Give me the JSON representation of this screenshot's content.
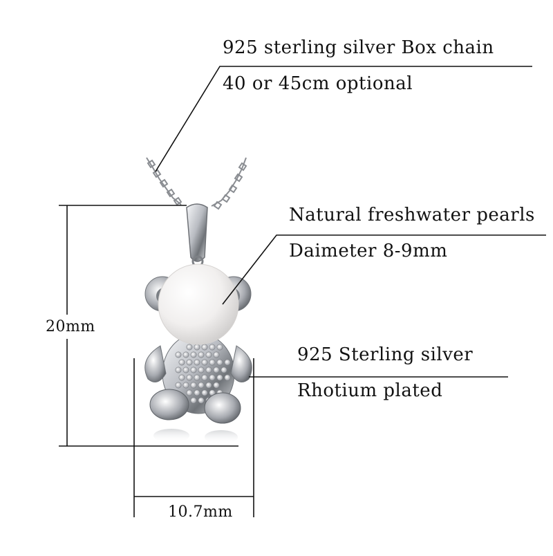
{
  "annotations": {
    "chain_line1": "925 sterling silver Box chain",
    "chain_line2": "40 or 45cm optional",
    "pearl_line1": "Natural freshwater pearls",
    "pearl_line2": "Daimeter 8-9mm",
    "silver_line1": "925 Sterling silver",
    "silver_line2": "Rhotium plated"
  },
  "dimensions": {
    "height": "20mm",
    "width": "10.7mm"
  },
  "colors": {
    "background": "#ffffff",
    "line": "#111111",
    "silver": "#c9ccd1",
    "pearl": "#f4f2f0"
  }
}
